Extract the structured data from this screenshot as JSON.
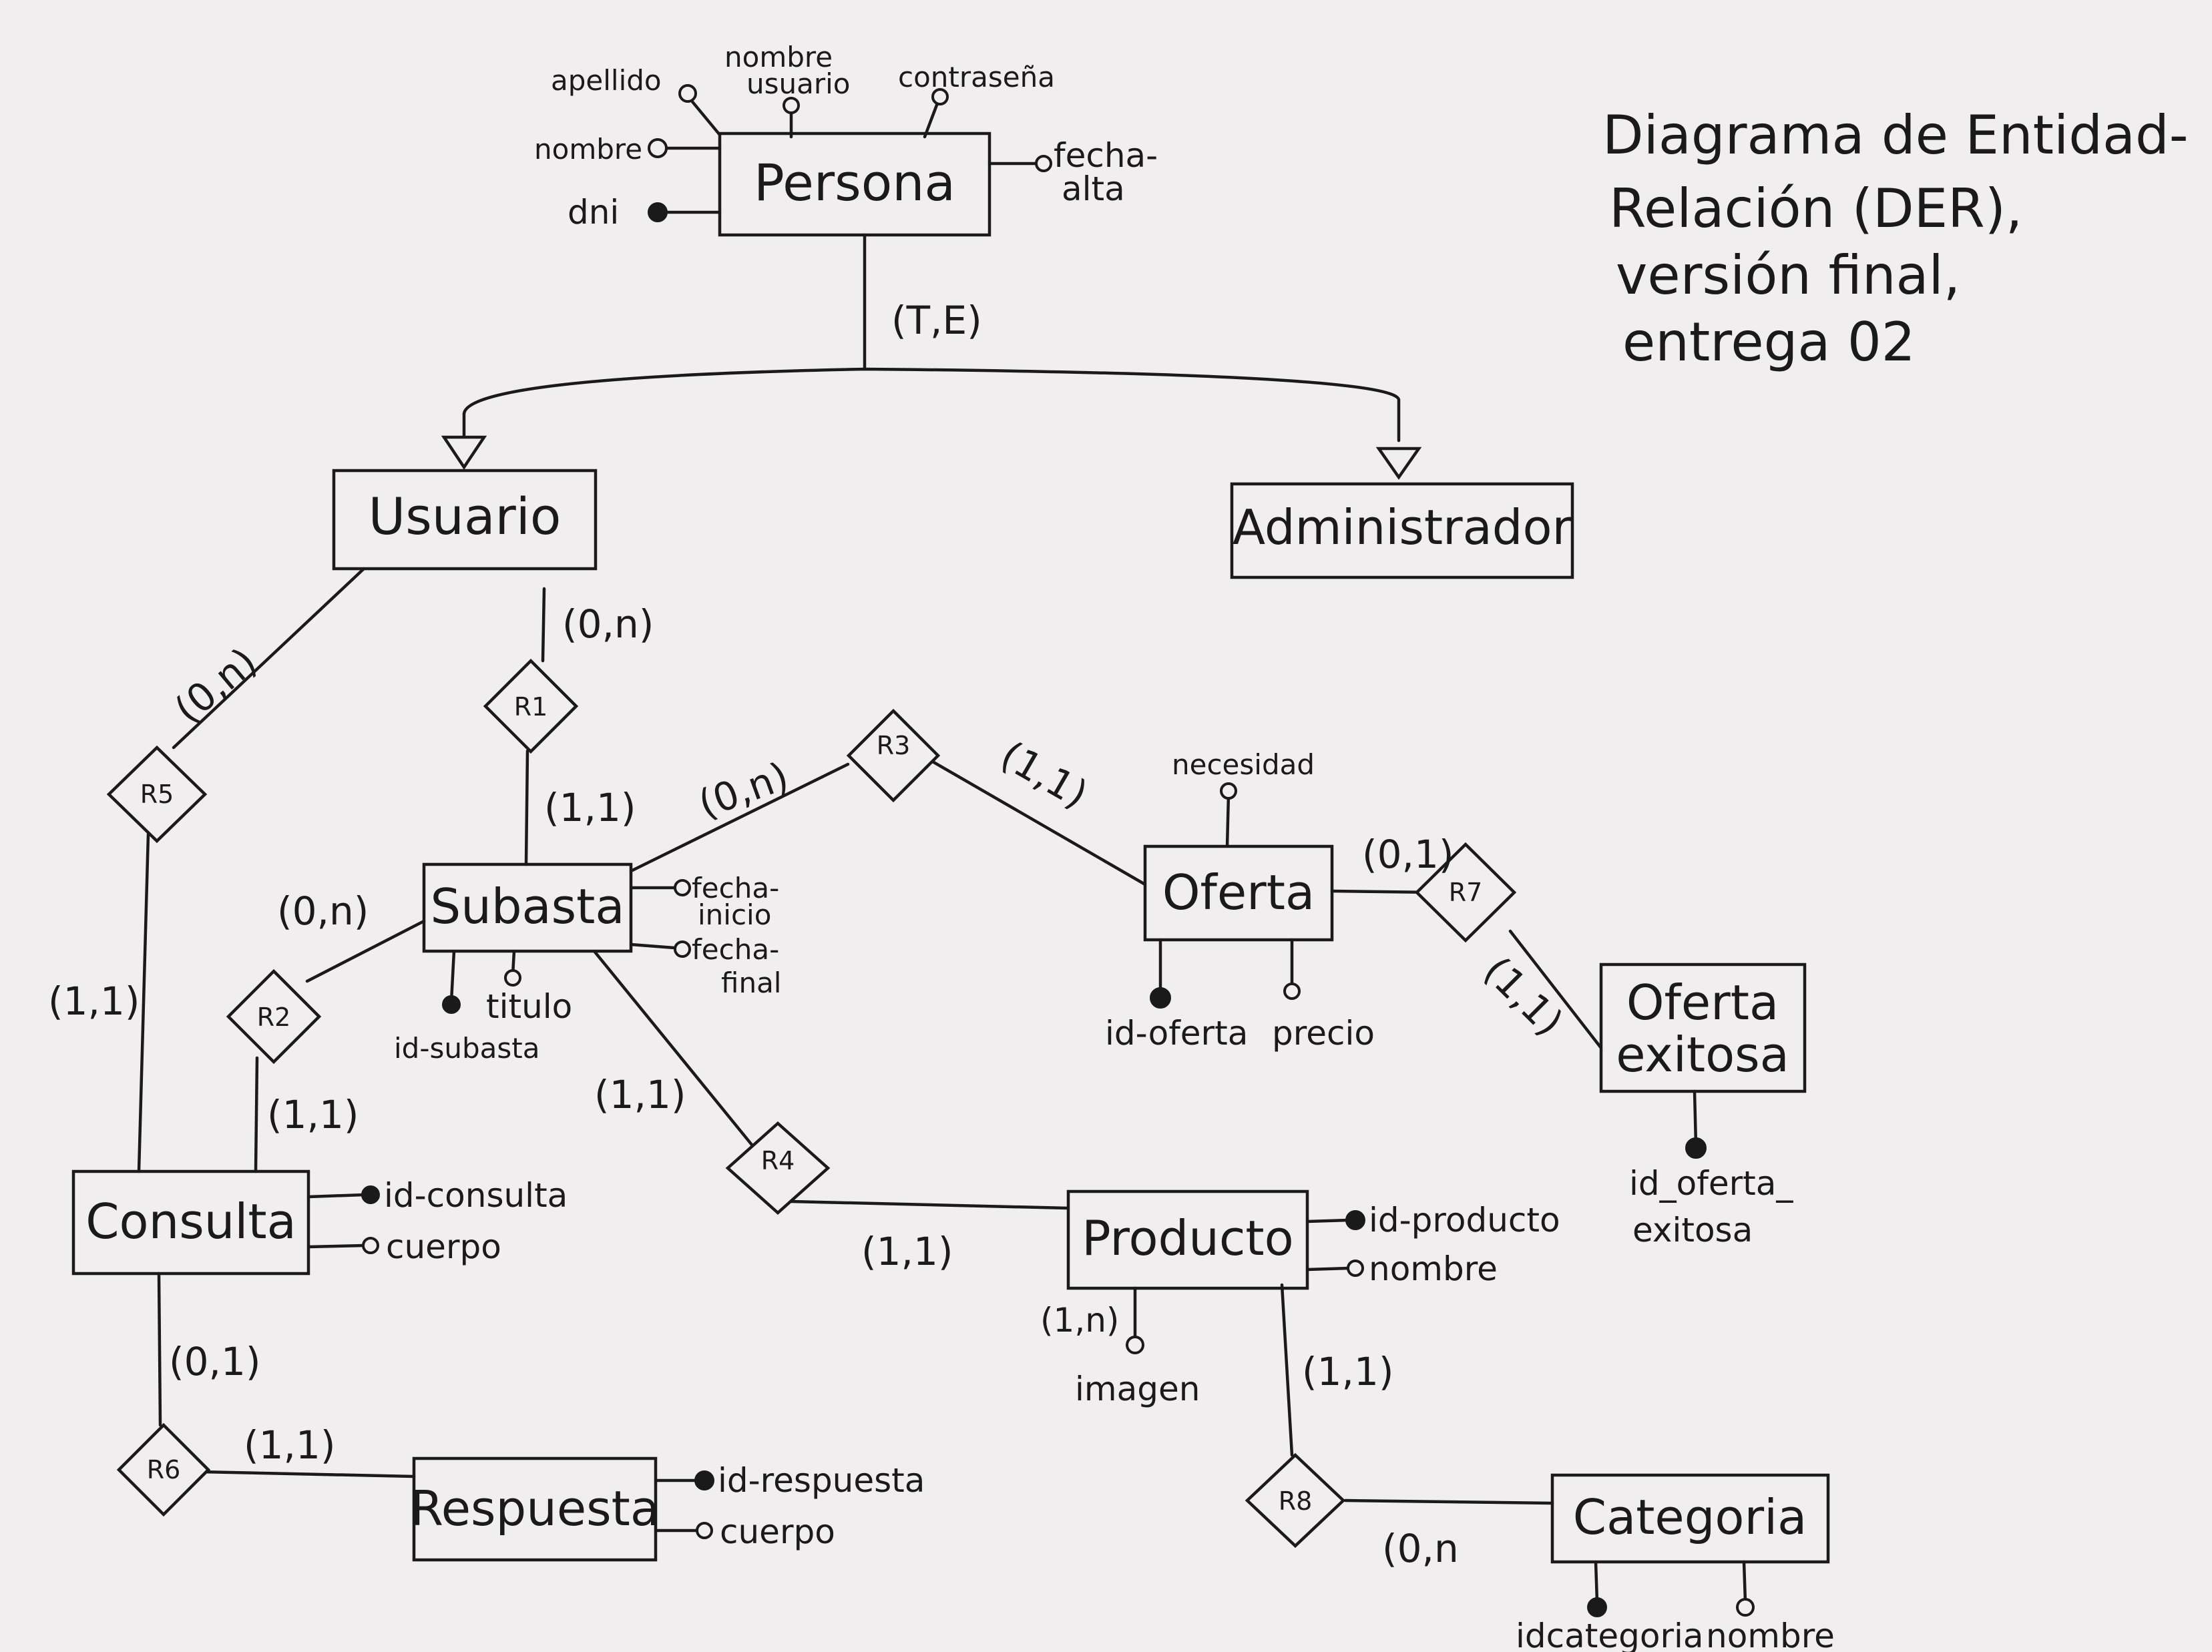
{
  "title": [
    "Diagrama de Entidad-",
    "Relación (DER),",
    "versión final,",
    "entrega 02"
  ],
  "hierarchy_label": "(T,E)",
  "entities": {
    "persona": "Persona",
    "usuario": "Usuario",
    "administrador": "Administrador",
    "subasta": "Subasta",
    "oferta": "Oferta",
    "oferta_exitosa": [
      "Oferta",
      "exitosa"
    ],
    "consulta": "Consulta",
    "producto": "Producto",
    "respuesta": "Respuesta",
    "categoria": "Categoria"
  },
  "relationships": {
    "r1": "R1",
    "r2": "R2",
    "r3": "R3",
    "r4": "R4",
    "r5": "R5",
    "r6": "R6",
    "r7": "R7",
    "r8": "R8"
  },
  "cardinalities": {
    "usuario_r1": "(0,n)",
    "r1_subasta": "(1,1)",
    "usuario_r5": "(0,n)",
    "r5_consulta": "(1,1)",
    "subasta_r2": "(0,n)",
    "r2_consulta": "(1,1)",
    "subasta_r3": "(0,n)",
    "r3_oferta": "(1,1)",
    "oferta_r7": "(0,1)",
    "r7_oferta_exitosa": "(1,1)",
    "subasta_r4": "(1,1)",
    "r4_producto": "(1,1)",
    "consulta_r6": "(0,1)",
    "r6_respuesta": "(1,1)",
    "producto_r8": "(1,1)",
    "r8_categoria": "(0,n",
    "producto_imagen": "(1,n)"
  },
  "attributes": {
    "persona": {
      "apellido": "apellido",
      "nombre_usuario": [
        "nombre",
        "usuario"
      ],
      "contrasena": "contraseña",
      "nombre": "nombre",
      "dni": "dni",
      "fecha_alta": [
        "fecha-",
        "alta"
      ]
    },
    "subasta": {
      "fecha_inicio": [
        "fecha-",
        "inicio"
      ],
      "fecha_final": [
        "fecha-",
        "final"
      ],
      "titulo": "titulo",
      "id_subasta": "id-subasta"
    },
    "oferta": {
      "necesidad": "necesidad",
      "id_oferta": "id-oferta",
      "precio": "precio"
    },
    "oferta_exitosa": {
      "id_oferta_exitosa": [
        "id_oferta_",
        "exitosa"
      ]
    },
    "consulta": {
      "id_consulta": "id-consulta",
      "cuerpo": "cuerpo"
    },
    "producto": {
      "id_producto": "id-producto",
      "nombre": "nombre",
      "imagen": "imagen"
    },
    "respuesta": {
      "id_respuesta": "id-respuesta",
      "cuerpo": "cuerpo"
    },
    "categoria": {
      "id_categoria": "idcategoria",
      "nombre": "nombre"
    }
  }
}
